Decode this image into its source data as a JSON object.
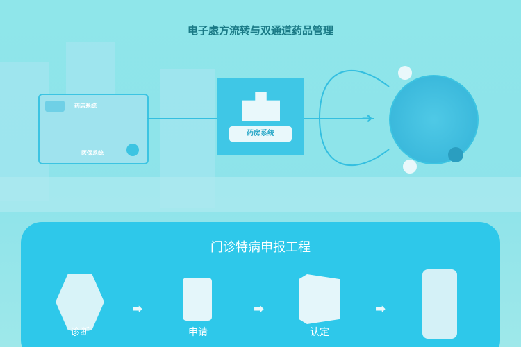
{
  "header": {
    "title": "电子處方流转与双通道药品管理"
  },
  "diagram": {
    "left_card": {
      "flow_label": "药店系统",
      "bottom_label": "医保系统"
    },
    "center_box": {
      "label": "药房系统"
    }
  },
  "process": {
    "title": "门诊特病申报工程",
    "steps": [
      {
        "label": "诊断",
        "icon": "hexagon-eye-icon"
      },
      {
        "label": "申请",
        "icon": "clipboard-grid-icon"
      },
      {
        "label": "认定",
        "icon": "box-icon"
      },
      {
        "label": "",
        "icon": "document-phone-icon"
      }
    ]
  },
  "colors": {
    "background": "#8fe6ea",
    "panel": "#2ec8ea",
    "accent": "#34bfe0",
    "title": "#1a7a86"
  }
}
